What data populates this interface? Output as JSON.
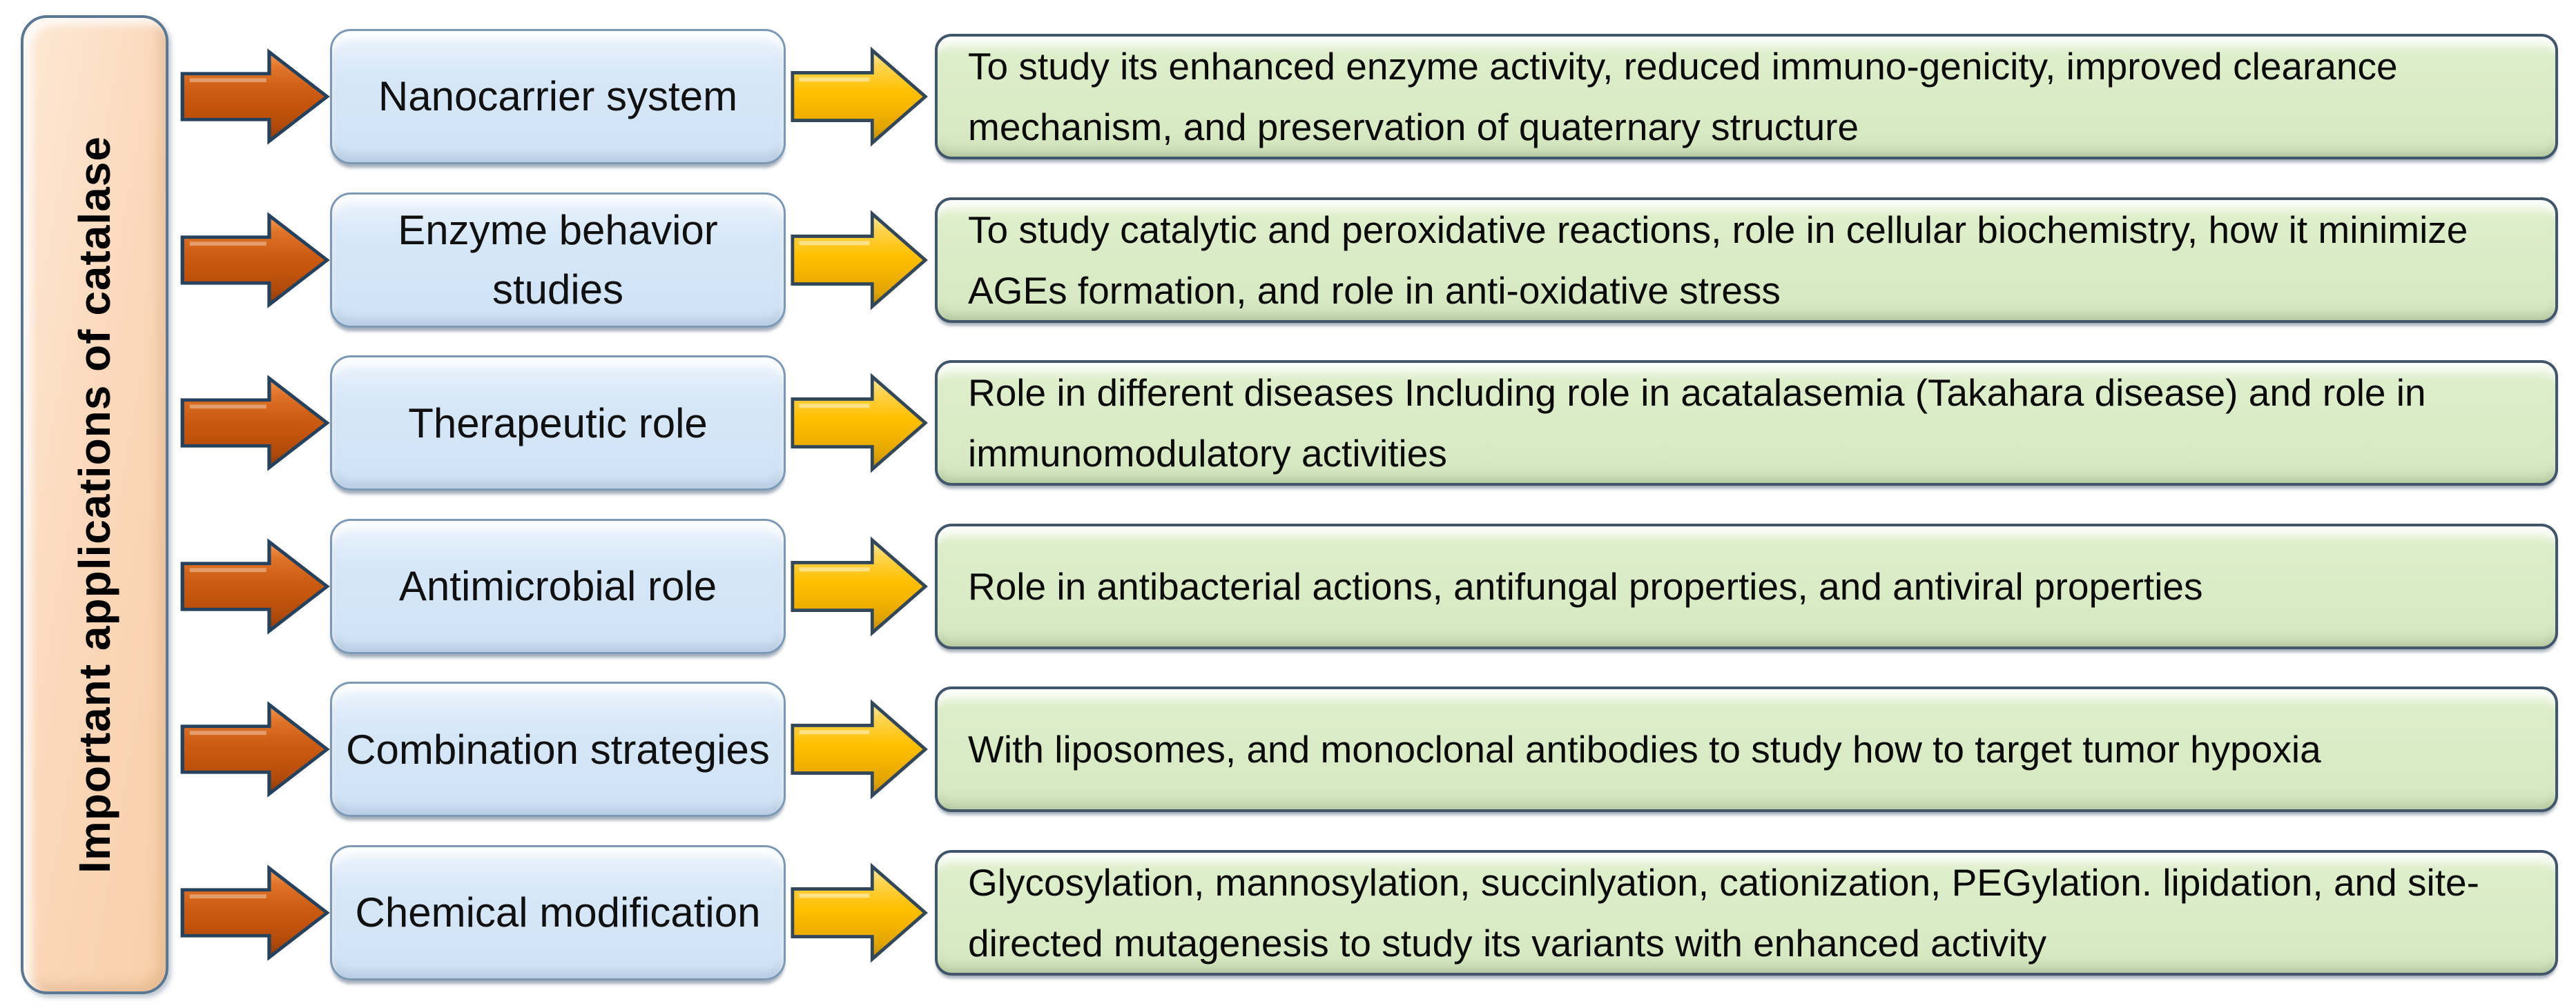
{
  "sidebar": {
    "label": "Important applications of catalase"
  },
  "rows": [
    {
      "category": "Nanocarrier system",
      "description": "To study its enhanced enzyme activity, reduced immuno-genicity, improved clearance mechanism, and preservation of quaternary structure"
    },
    {
      "category": "Enzyme behavior studies",
      "description": "To study catalytic and peroxidative reactions, role in cellular biochemistry, how it minimize AGEs formation, and role in anti-oxidative stress"
    },
    {
      "category": "Therapeutic role",
      "description": "Role in different diseases Including role in acatalasemia (Takahara disease) and role in immunomodulatory activities"
    },
    {
      "category": "Antimicrobial role",
      "description": "Role in antibacterial actions, antifungal properties, and antiviral properties"
    },
    {
      "category": "Combination strategies",
      "description": "With liposomes, and monoclonal antibodies to study how to target tumor hypoxia"
    },
    {
      "category": "Chemical modification",
      "description": "Glycosylation, mannosylation, succinlyation, cationization, PEGylation. lipidation, and site-directed mutagenesis to study its variants with enhanced activity"
    }
  ],
  "icons": {
    "orange_arrow": "right-block-arrow",
    "yellow_arrow": "right-block-arrow"
  },
  "colors": {
    "sidebar_fill": "#fbd9bc",
    "sidebar_border": "#5a7894",
    "orange_arrow": "#c5550c",
    "yellow_arrow": "#ffc000",
    "category_box_fill": "#cfe2f6",
    "category_box_border": "#7b99b5",
    "description_box_fill": "#d7eac3",
    "description_box_border": "#42566b",
    "text": "#000000"
  }
}
